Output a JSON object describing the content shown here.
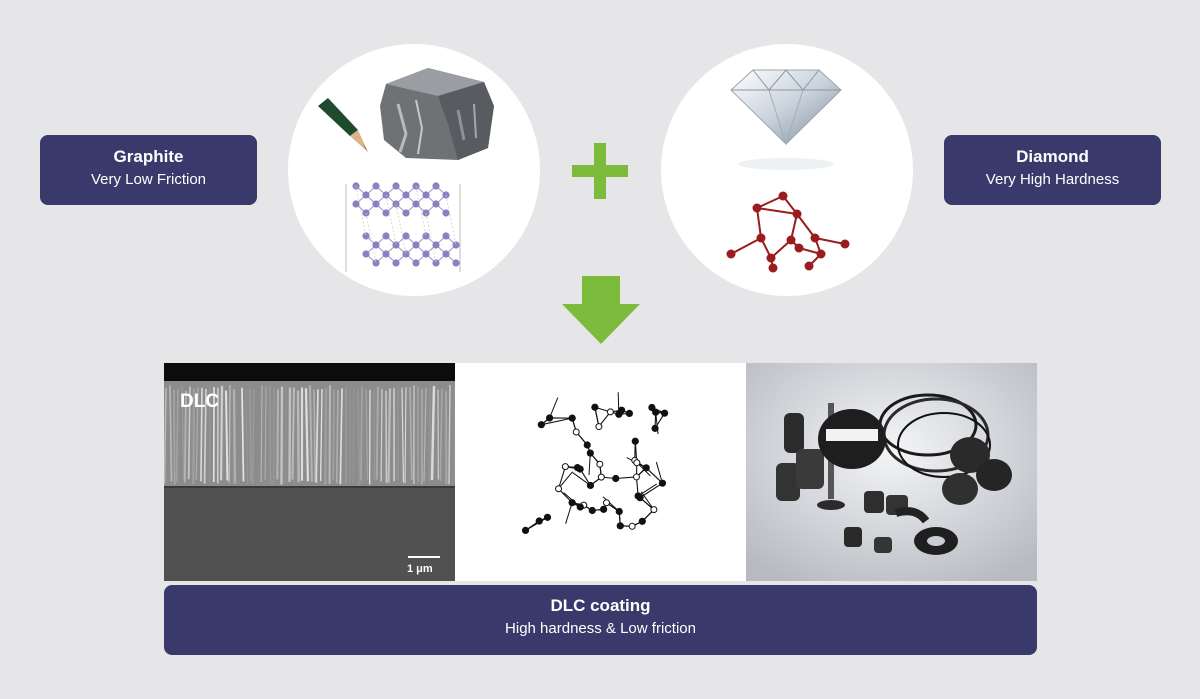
{
  "graphite": {
    "title": "Graphite",
    "subtitle": "Very Low  Friction"
  },
  "diamond": {
    "title": "Diamond",
    "subtitle": "Very High  Hardness"
  },
  "dlc": {
    "image_label": "DLC",
    "scale_label": "1 μm",
    "title": "DLC coating",
    "subtitle": "High hardness & Low friction"
  },
  "colors": {
    "label_background": "#393a6b",
    "accent_green": "#7dbb3c",
    "page_background": "#e6e6e8",
    "diamond_lattice": "#9b1b1e",
    "graphite_lattice": "#8d7fc2"
  },
  "icons": [
    "pencil-icon",
    "graphite-rock-icon",
    "graphite-lattice-icon",
    "diamond-gem-icon",
    "diamond-lattice-icon",
    "plus-icon",
    "down-arrow-icon"
  ]
}
